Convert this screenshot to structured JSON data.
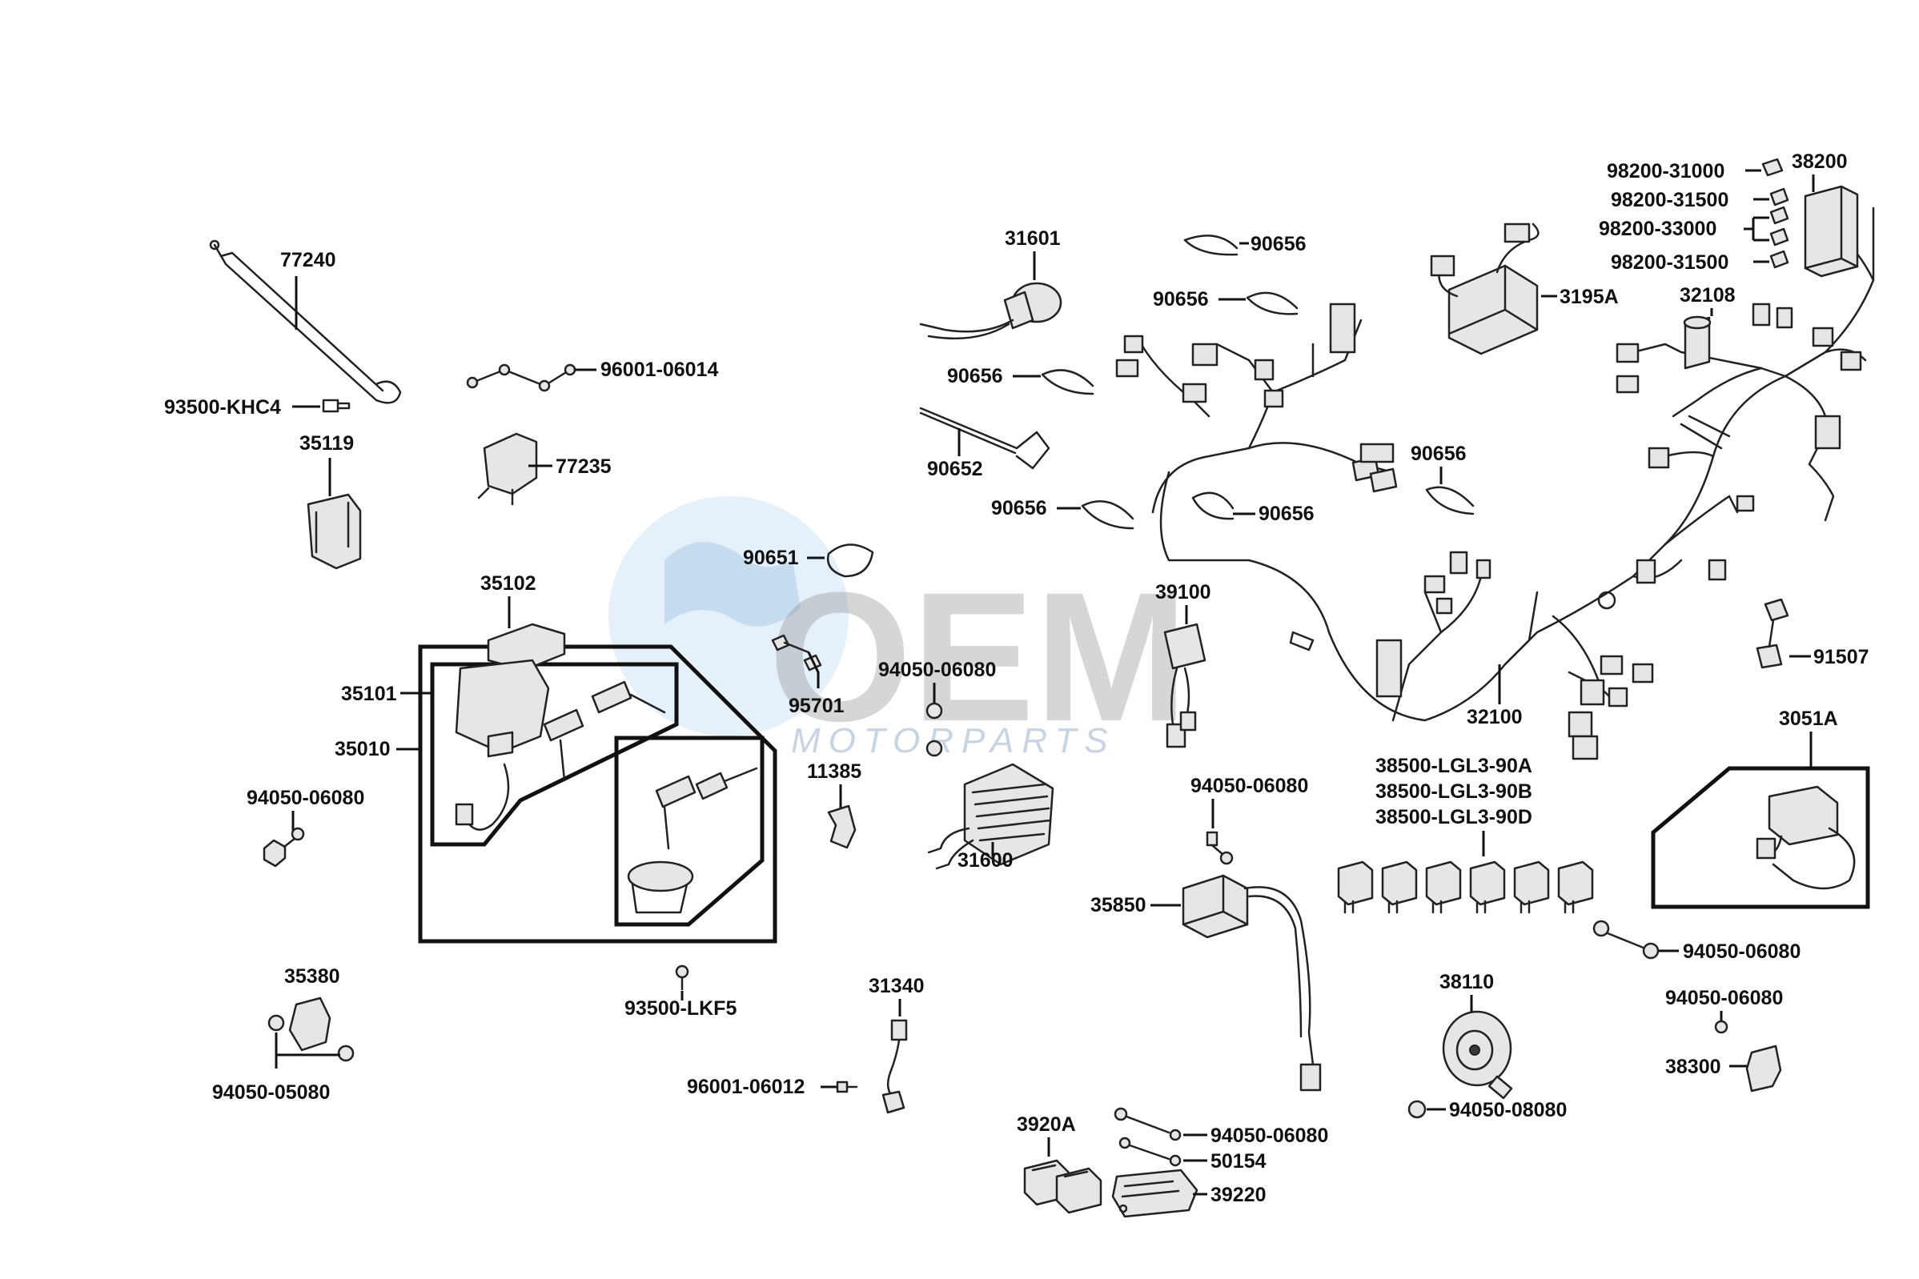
{
  "watermark": {
    "logo_text": "OEM",
    "sub_text": "MOTORPARTS"
  },
  "labels": {
    "p77240": "77240",
    "p93500khc4": "93500-KHC4",
    "p35119": "35119",
    "p96001_06014": "96001-06014",
    "p77235": "77235",
    "p35102": "35102",
    "p35101": "35101",
    "p35010": "35010",
    "p94050_06080_a": "94050-06080",
    "p35380": "35380",
    "p94050_05080": "94050-05080",
    "p93500lkf5": "93500-LKF5",
    "p31601": "31601",
    "p90656_a": "90656",
    "p90656_b": "90656",
    "p90656_c": "90656",
    "p90656_d": "90656",
    "p90656_e": "90656",
    "p90656_f": "90656",
    "p90652": "90652",
    "p90651": "90651",
    "p95701": "95701",
    "p94050_06080_b": "94050-06080",
    "p11385": "11385",
    "p31600": "31600",
    "p31340": "31340",
    "p96001_06012": "96001-06012",
    "p3195a": "3195A",
    "p98200_31000": "98200-31000",
    "p98200_31500_a": "98200-31500",
    "p98200_33000": "98200-33000",
    "p98200_31500_b": "98200-31500",
    "p38200": "38200",
    "p32108": "32108",
    "p39100": "39100",
    "p32100": "32100",
    "p91507": "91507",
    "p3051a": "3051A",
    "p38500_a": "38500-LGL3-90A",
    "p38500_b": "38500-LGL3-90B",
    "p38500_d": "38500-LGL3-90D",
    "p94050_06080_c": "94050-06080",
    "p35850": "35850",
    "p94050_06080_d": "94050-06080",
    "p38110": "38110",
    "p94050_06080_e": "94050-06080",
    "p38300": "38300",
    "p94050_08080": "94050-08080",
    "p3920a": "3920A",
    "p94050_06080_f": "94050-06080",
    "p50154": "50154",
    "p39220": "39220"
  }
}
